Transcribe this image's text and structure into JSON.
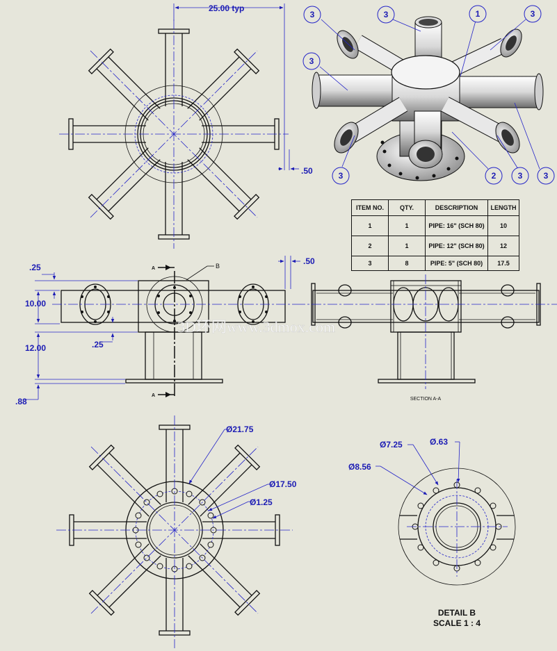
{
  "dimensions": {
    "typ_spacing": "25.00 typ",
    "offset_top": ".50",
    "offset_front": ".50",
    "offset_left": ".25",
    "height_upper": "10.00",
    "offset_mid": ".25",
    "height_lower": "12.00",
    "offset_base": ".88",
    "dia_outer": "Ø21.75",
    "dia_bolt_circle": "Ø17.50",
    "dia_hole": "Ø1.25",
    "detail_dia_outer": "Ø8.56",
    "detail_dia_bolt": "Ø7.25",
    "detail_dia_hole": "Ø.63"
  },
  "section_labels": {
    "cut_top": "A",
    "cut_bottom": "A",
    "detail_ref": "B",
    "section_title": "SECTION A-A",
    "detail_title": "DETAIL B",
    "detail_scale": "SCALE 1 : 4"
  },
  "balloons": [
    "3",
    "3",
    "1",
    "3",
    "3",
    "3",
    "2",
    "3",
    "3"
  ],
  "bom": {
    "headers": [
      "ITEM NO.",
      "QTY.",
      "DESCRIPTION",
      "LENGTH"
    ],
    "rows": [
      [
        "1",
        "1",
        "PIPE: 16\" (SCH 80)",
        "10"
      ],
      [
        "2",
        "1",
        "PIPE: 12\" (SCH 80)",
        "12"
      ],
      [
        "3",
        "8",
        "PIPE: 5\" (SCH 80)",
        "17.5"
      ]
    ]
  },
  "watermark": "3D环网www.3dmox.com",
  "colors": {
    "dimension": "#1c1cb4",
    "background": "#e6e6db",
    "line": "#111111"
  }
}
